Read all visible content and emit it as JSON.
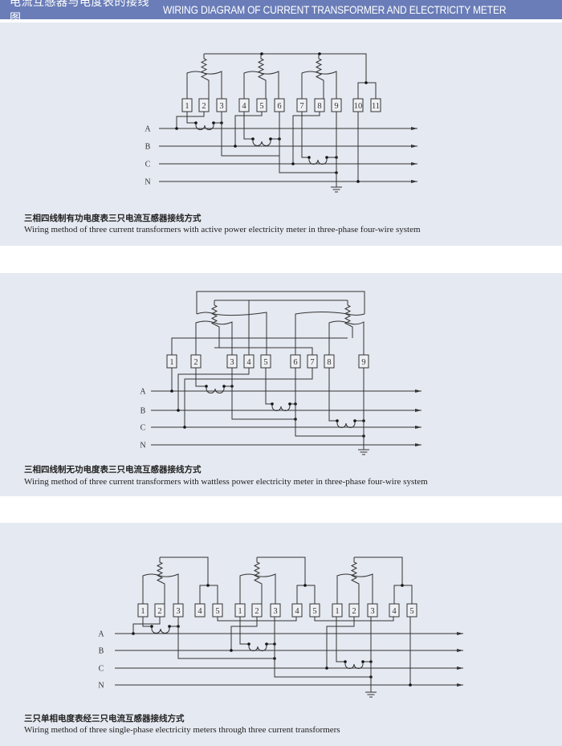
{
  "header": {
    "title_cn": "电流互感器与电度表的接线图",
    "title_en": "WIRING DIAGRAM OF CURRENT TRANSFORMER AND ELECTRICITY METER"
  },
  "colors": {
    "header_bg": "#6a7db8",
    "panel_bg": "#e5e9f1",
    "line": "#333333"
  },
  "diagrams": [
    {
      "phases": [
        "A",
        "B",
        "C",
        "N"
      ],
      "terminals": [
        "1",
        "2",
        "3",
        "4",
        "5",
        "6",
        "7",
        "8",
        "9",
        "10",
        "11"
      ],
      "caption_cn": "三相四线制有功电度表三只电流互感器接线方式",
      "caption_en": "Wiring method of three current transformers with active power electricity meter in three-phase four-wire system"
    },
    {
      "phases": [
        "A",
        "B",
        "C",
        "N"
      ],
      "terminals": [
        "1",
        "2",
        "3",
        "4",
        "5",
        "6",
        "7",
        "8",
        "9"
      ],
      "caption_cn": "三相四线制无功电度表三只电流互感器接线方式",
      "caption_en": "Wiring method of three current transformers with wattless power electricity meter in three-phase four-wire system"
    },
    {
      "phases": [
        "A",
        "B",
        "C",
        "N"
      ],
      "terminals": [
        "1",
        "2",
        "3",
        "4",
        "5",
        "1",
        "2",
        "3",
        "4",
        "5",
        "1",
        "2",
        "3",
        "4",
        "5"
      ],
      "caption_cn": "三只单相电度表经三只电流互感器接线方式",
      "caption_en": "Wiring method of three single-phase electricity meters through three current transformers"
    }
  ]
}
